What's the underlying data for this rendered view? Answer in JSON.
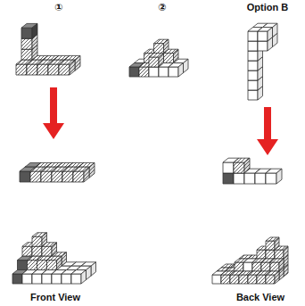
{
  "diagram": {
    "labels": [
      "①",
      "②",
      "Option B",
      "Front View",
      "Back View"
    ]
  }
}
